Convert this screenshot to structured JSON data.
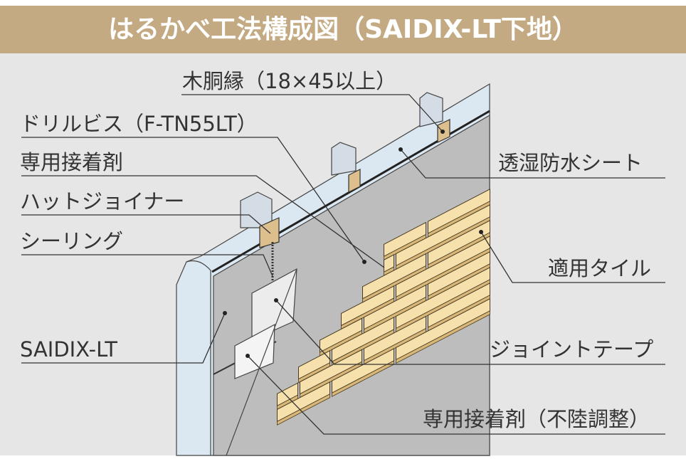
{
  "title": "はるかべ工法構成図（SAIDIX-LT下地）",
  "labels": {
    "furring": "木胴縁（18×45以上）",
    "drill_screw": "ドリルビス（F-TN55LT）",
    "adhesive": "専用接着剤",
    "hat_joiner": "ハットジョイナー",
    "sealing": "シーリング",
    "saidix": "SAIDIX-LT",
    "membrane": "透湿防水シート",
    "tile": "適用タイル",
    "joint_tape": "ジョイントテープ",
    "adhesive_leveling": "専用接着剤（不陸調整）"
  },
  "colors": {
    "header": "#c4aa83",
    "background": "#e6e6e6",
    "membrane": "#dce8f1",
    "board": "#bcbcbc",
    "tile_face": "#f6e1ad",
    "tile_edge": "#d8b878"
  }
}
